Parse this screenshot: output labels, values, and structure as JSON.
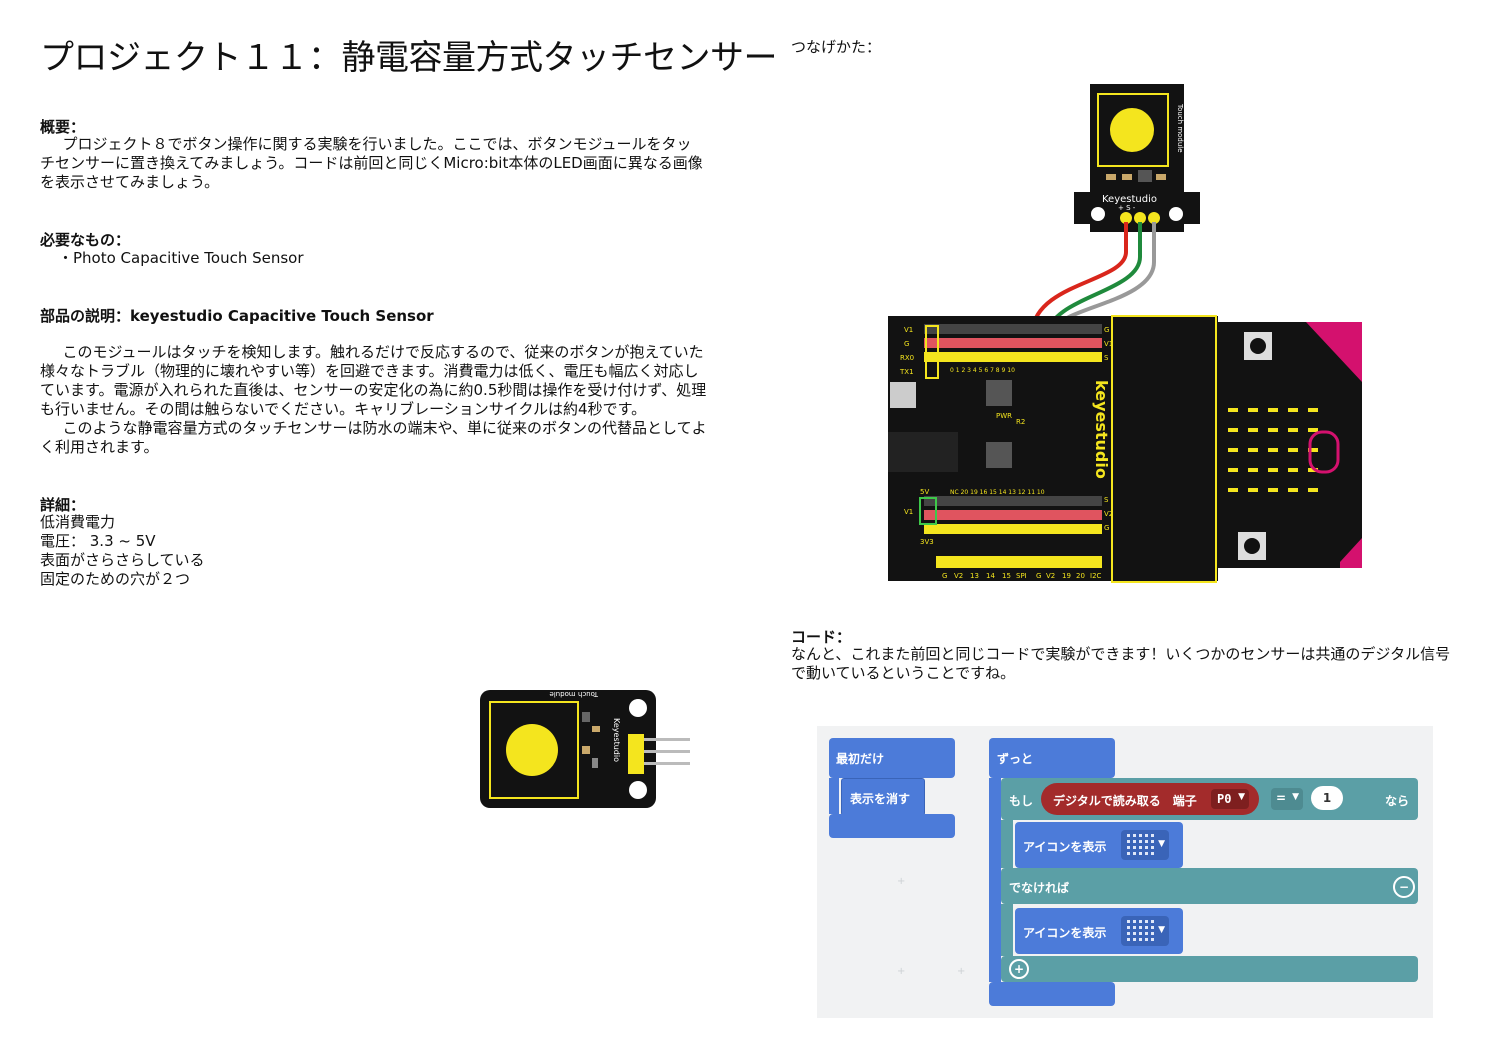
{
  "title": "プロジェクト１１：静電容量方式タッチセンサー",
  "overview": {
    "heading": "概要：",
    "text": "プロジェクト８でボタン操作に関する実験を行いました。ここでは、ボタンモジュールをタッチセンサーに置き換えてみましょう。コードは前回と同じくMicro:bit本体のLED画面に異なる画像を表示させてみましょう。"
  },
  "required": {
    "heading": "必要なもの：",
    "item": "・Photo Capacitive Touch Sensor"
  },
  "parts": {
    "heading": "部品の説明：keyestudio Capacitive Touch Sensor",
    "para1": "このモジュールはタッチを検知します。触れるだけで反応するので、従来のボタンが抱えていた様々なトラブル（物理的に壊れやすい等）を回避できます。消費電力は低く、電圧も幅広く対応しています。電源が入れられた直後は、センサーの安定化の為に約0.5秒間は操作を受け付けず、処理も行いません。その間は触らないでください。キャリブレーションサイクルは約4秒です。",
    "para2": "このような静電容量方式のタッチセンサーは防水の端末や、単に従来のボタンの代替品としてよく利用されます。"
  },
  "details": {
    "heading": "詳細：",
    "lines": [
      "低消費電力",
      "電圧： 3.3 ~ 5V",
      "表面がさらさらしている",
      "固定のための穴が２つ"
    ]
  },
  "wiring": {
    "heading": "つなげかた："
  },
  "module": {
    "label": "Touch module",
    "brand": "Keyestudio",
    "pins": "+ S -"
  },
  "board": {
    "brand": "keyestudio",
    "left_labels": [
      "V1",
      "G",
      "RX0",
      "TX1"
    ],
    "row_labels": [
      "G",
      "V1",
      "S"
    ],
    "pin_numbers": "0 1 2 3 4 5 6 7 8 9 10",
    "pin_numbers2": "NC 20 19 16 15 14 13 12 11 10",
    "bottom_labels": [
      "G",
      "V2",
      "13",
      "14",
      "15",
      "SPI",
      "G",
      "V2",
      "19",
      "20",
      "I2C"
    ],
    "mid_labels": [
      "PWR",
      "R2",
      "5V",
      "V1",
      "3V3"
    ],
    "right_labels": [
      "S",
      "V2",
      "G"
    ]
  },
  "code": {
    "heading": "コード：",
    "text": "なんと、これまた前回と同じコードで実験ができます！いくつかのセンサーは共通のデジタル信号で動いているということですね。"
  },
  "editor": {
    "on_start": "最初だけ",
    "clear_screen": "表示を消す",
    "forever": "ずっと",
    "if_label": "もし",
    "digital_read": "デジタルで読み取る　端子",
    "pin": "P0",
    "operator": "=",
    "value": "1",
    "then_label": "なら",
    "show_icon1": "アイコンを表示",
    "else_label": "でなければ",
    "show_icon2": "アイコンを表示"
  },
  "colors": {
    "pcb_black": "#121212",
    "pad_yellow": "#f4e51e",
    "editor_blue": "#4c7bd9",
    "editor_teal": "#5b9fa6",
    "editor_red": "#a32b2b",
    "microbit_magenta": "#d4116e",
    "wire_red": "#d9261c",
    "wire_green": "#1f8a3c",
    "wire_gray": "#999999"
  }
}
